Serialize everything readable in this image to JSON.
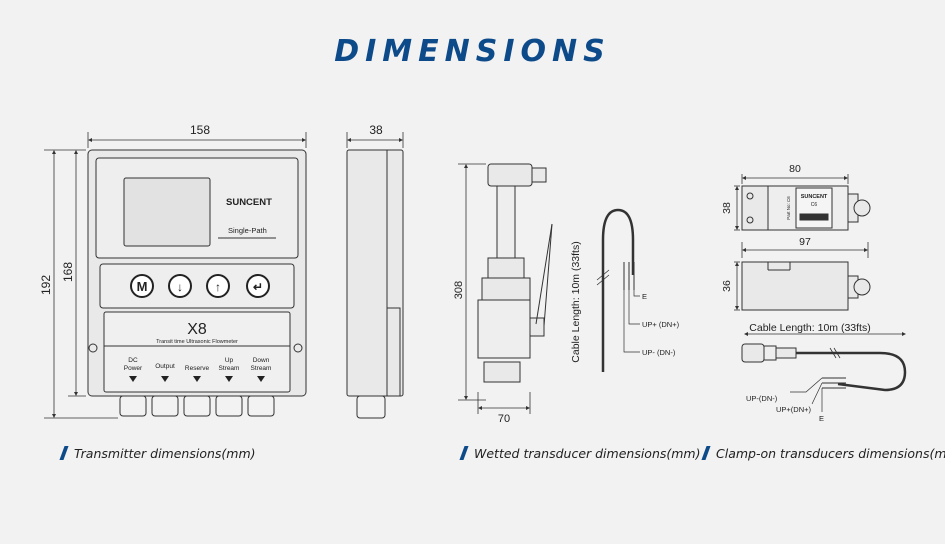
{
  "title": "DIMENSIONS",
  "colors": {
    "accent": "#0d4a8a",
    "background": "#f2f2f2",
    "line": "#333333"
  },
  "transmitter": {
    "caption": "Transmitter dimensions(mm)",
    "width_label": "158",
    "height_outer_label": "192",
    "height_inner_label": "168",
    "side_width_label": "38",
    "brand": "SUNCENT",
    "mode": "Single-Path",
    "buttons": [
      {
        "icon": "m-key-icon",
        "glyph": "M"
      },
      {
        "icon": "down-arrow-key-icon",
        "glyph": "↓"
      },
      {
        "icon": "up-arrow-key-icon",
        "glyph": "↑"
      },
      {
        "icon": "enter-key-icon",
        "glyph": "↵"
      }
    ],
    "model": "X8",
    "subtitle": "Transit time Ultrasonic Flowmeter",
    "terminals": [
      {
        "line1": "DC",
        "line2": "Power"
      },
      {
        "line1": "Output",
        "line2": ""
      },
      {
        "line1": "Reserve",
        "line2": ""
      },
      {
        "line1": "Up",
        "line2": "Stream"
      },
      {
        "line1": "Down",
        "line2": "Stream"
      }
    ]
  },
  "wetted": {
    "caption": "Wetted transducer dimensions(mm)",
    "height_label": "308",
    "width_label": "70",
    "cable_label": "Cable Length: 10m (33fts)",
    "wire_e": "E",
    "wire_up": "UP+ (DN+)",
    "wire_down": "UP- (DN-)"
  },
  "clampon": {
    "caption": "Clamp-on transducers dimensions(mm)",
    "top_width_label": "80",
    "top_height_label": "38",
    "bottom_width_label": "97",
    "bottom_height_label": "36",
    "brand": "SUNCENT",
    "model": "C6",
    "part": "Part No: C6",
    "cable_label": "Cable Length: 10m (33fts)",
    "wire_down": "UP-(DN-)",
    "wire_up": "UP+(DN+)",
    "wire_e": "E"
  }
}
